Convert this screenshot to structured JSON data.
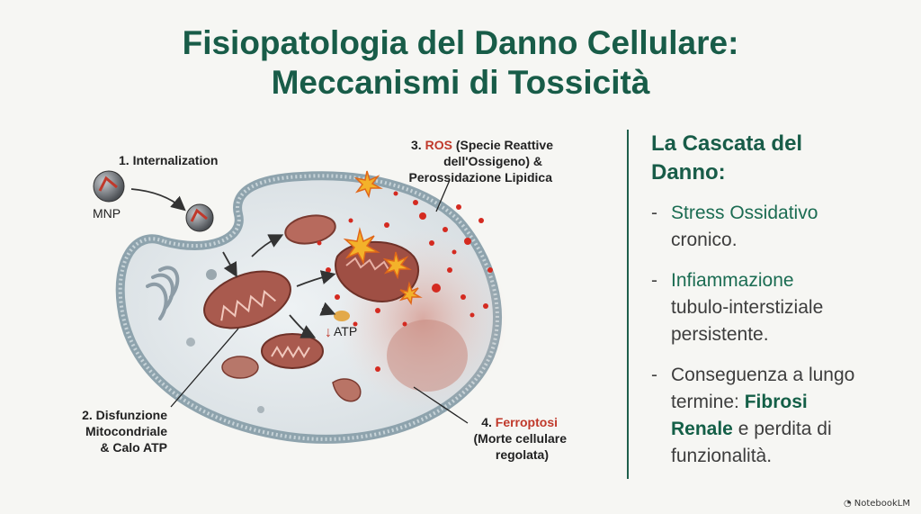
{
  "title": {
    "line1": "Fisiopatologia del Danno Cellulare:",
    "line2": "Meccanismi di Tossicità"
  },
  "diagram": {
    "label_mnp": "MNP",
    "label_internalization": "1. Internalization",
    "label_atp_arrow": "↓",
    "label_atp": "ATP",
    "step2": {
      "line1": "2. Disfunzione",
      "line2": "Mitocondriale",
      "line3": "& Calo ATP"
    },
    "step3": {
      "prefix": "3. ",
      "highlight": "ROS",
      "line1_rest": " (Specie Reattive",
      "line2": "dell'Ossigeno) &",
      "line3": "Perossidazione Lipidica"
    },
    "step4": {
      "prefix": "4. ",
      "highlight": "Ferroptosi",
      "line2": "(Morte cellulare",
      "line3": "regolata)"
    },
    "colors": {
      "highlight_red": "#c0392b",
      "membrane": "#8ea3ad",
      "mitochondria": "#a95a4e",
      "ros_dot": "#d42a20"
    }
  },
  "panel": {
    "heading_line1": "La Cascata del",
    "heading_line2": "Danno:",
    "bullet_dash": "-",
    "item1_line1": "Stress Ossidativo",
    "item1_line2": "cronico.",
    "item2_line1": "Infiammazione",
    "item2_line2": "tubulo-interstiziale",
    "item2_line3": "persistente.",
    "item3_line1": "Conseguenza a lungo",
    "item3_line2_pre": "termine: ",
    "item3_bold1": "Fibrosi",
    "item3_bold2": "Renale",
    "item3_line3_post": " e perdita di",
    "item3_line4": "funzionalità."
  },
  "brand": {
    "icon": "notebooklm-icon",
    "name": "NotebookLM"
  }
}
